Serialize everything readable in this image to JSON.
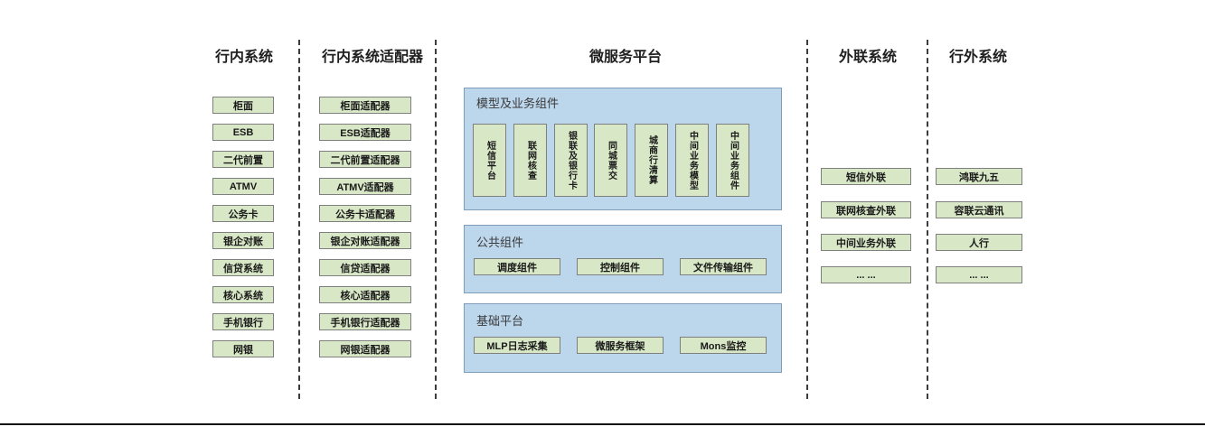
{
  "diagram": {
    "col_internal": {
      "title": "行内系统",
      "items": [
        "柜面",
        "ESB",
        "二代前置",
        "ATMV",
        "公务卡",
        "银企对账",
        "信贷系统",
        "核心系统",
        "手机银行",
        "网银"
      ]
    },
    "col_adapter": {
      "title": "行内系统适配器",
      "items": [
        "柜面适配器",
        "ESB适配器",
        "二代前置适配器",
        "ATMV适配器",
        "公务卡适配器",
        "银企对账适配器",
        "信贷适配器",
        "核心适配器",
        "手机银行适配器",
        "网银适配器"
      ]
    },
    "platform": {
      "title": "微服务平台",
      "model_group": {
        "title": "模型及业务组件",
        "items": [
          "短信平台",
          "联网核查",
          "银联及银行卡",
          "同城票交",
          "城商行清算",
          "中间业务模型",
          "中间业务组件"
        ]
      },
      "common_group": {
        "title": "公共组件",
        "items": [
          "调度组件",
          "控制组件",
          "文件传输组件"
        ]
      },
      "base_group": {
        "title": "基础平台",
        "items": [
          "MLP日志采集",
          "微服务框架",
          "Mons监控"
        ]
      }
    },
    "col_outreach": {
      "title": "外联系统",
      "items": [
        "短信外联",
        "联网核查外联",
        "中间业务外联",
        "... ..."
      ]
    },
    "col_external": {
      "title": "行外系统",
      "items": [
        "鸿联九五",
        "容联云通讯",
        "人行",
        "... ..."
      ]
    },
    "colors": {
      "green_fill": "#d8e7c6",
      "green_border": "#7f7f7f",
      "blue_fill": "#bcd6ec",
      "blue_border": "#7f9db9",
      "separator": "#3c3c3c",
      "bottom_rule": "#111111"
    }
  }
}
